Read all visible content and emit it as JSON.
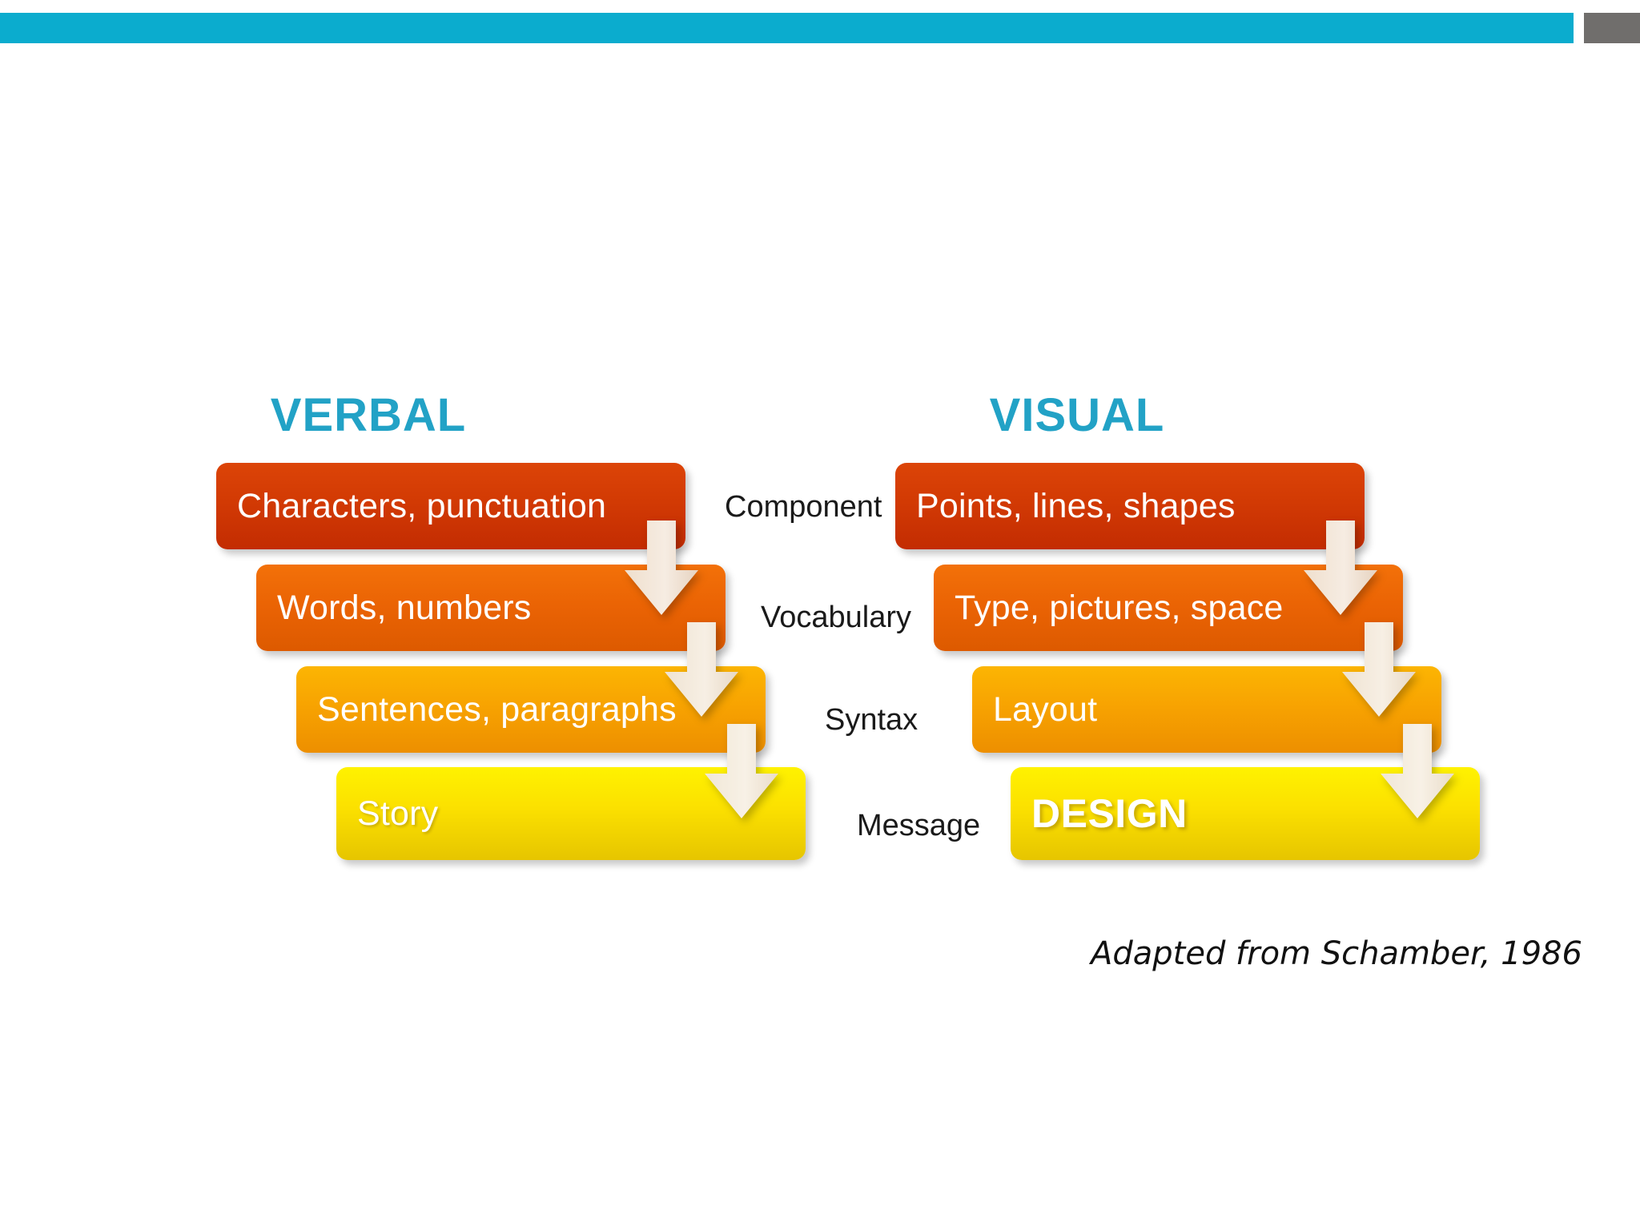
{
  "slide": {
    "background_color": "#ffffff",
    "accent_color": "#0bacce",
    "title_color": "#22a2c6",
    "decor": {
      "cyan_bar": "top-accent-bar",
      "gray_bar": "top-corner-block",
      "cyan_color": "#0bacce",
      "gray_color": "#706e6c"
    }
  },
  "columns": {
    "left": {
      "heading": "VERBAL",
      "bars": [
        {
          "label": "Characters, punctuation",
          "color": "#d23a04",
          "level": 1
        },
        {
          "label": "Words, numbers",
          "color": "#ea6304",
          "level": 2
        },
        {
          "label": "Sentences, paragraphs",
          "color": "#f7a201",
          "level": 3
        },
        {
          "label": "Story",
          "color": "#fbe000",
          "level": 4
        }
      ]
    },
    "right": {
      "heading": "VISUAL",
      "bars": [
        {
          "label": "Points, lines, shapes",
          "color": "#d23a04",
          "level": 1
        },
        {
          "label": "Type, pictures, space",
          "color": "#ea6304",
          "level": 2
        },
        {
          "label": "Layout",
          "color": "#f7a201",
          "level": 3
        },
        {
          "label": "DESIGN",
          "color": "#fbe000",
          "level": 4,
          "emphasis": true
        }
      ]
    }
  },
  "stages": [
    {
      "label": "Component"
    },
    {
      "label": "Vocabulary"
    },
    {
      "label": "Syntax"
    },
    {
      "label": "Message"
    }
  ],
  "arrows": {
    "icon": "arrow-down-icon",
    "color": "#f2e2d2",
    "count": 6
  },
  "attribution": "Adapted from Schamber, 1986"
}
